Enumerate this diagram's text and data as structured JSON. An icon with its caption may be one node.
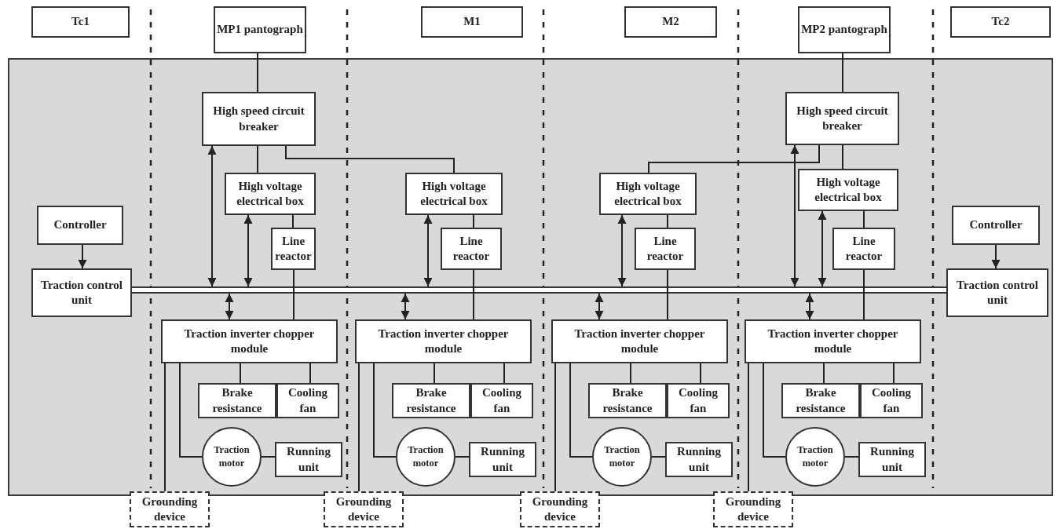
{
  "diagram": {
    "nodes": [
      {
        "text": [
          "Tc1"
        ]
      },
      {
        "text": [
          "MP1 pantograph"
        ]
      },
      {
        "text": [
          "M1"
        ]
      },
      {
        "text": [
          "M2"
        ]
      },
      {
        "text": [
          "MP2 pantograph"
        ]
      },
      {
        "text": [
          "Tc2"
        ]
      },
      {
        "text": [
          "High speed circuit breaker"
        ]
      },
      {
        "text": [
          "High speed circuit breaker"
        ]
      },
      {
        "text": [
          "High voltage electrical box"
        ]
      },
      {
        "text": [
          "High voltage electrical box"
        ]
      },
      {
        "text": [
          "High voltage electrical box"
        ]
      },
      {
        "text": [
          "High voltage electrical box"
        ]
      },
      {
        "text": [
          "Controller"
        ]
      },
      {
        "text": [
          "Line reactor"
        ]
      },
      {
        "text": [
          "Line reactor"
        ]
      },
      {
        "text": [
          "Line reactor"
        ]
      },
      {
        "text": [
          "Line reactor"
        ]
      },
      {
        "text": [
          "Controller"
        ]
      },
      {
        "text": [
          "Traction control unit"
        ]
      },
      {
        "text": [],
        "shape": "bar"
      },
      {
        "text": [
          "Traction control unit"
        ]
      },
      {
        "text": [
          "Traction inverter chopper module"
        ]
      },
      {
        "text": [
          "Traction inverter chopper module"
        ]
      },
      {
        "text": [
          "Traction inverter chopper module"
        ]
      },
      {
        "text": [
          "Traction inverter chopper module"
        ]
      },
      {
        "text": [
          "Brake resistance"
        ]
      },
      {
        "text": [
          "Cooling fan"
        ]
      },
      {
        "text": [
          "Brake resistance"
        ]
      },
      {
        "text": [
          "Cooling fan"
        ]
      },
      {
        "text": [
          "Brake resistance"
        ]
      },
      {
        "text": [
          "Cooling fan"
        ]
      },
      {
        "text": [
          "Brake resistance"
        ]
      },
      {
        "text": [
          "Cooling fan"
        ]
      },
      {
        "text": [
          "Traction motor"
        ]
      },
      {
        "text": [
          "Running unit"
        ]
      },
      {
        "text": [
          "Traction motor"
        ]
      },
      {
        "text": [
          "Running unit"
        ]
      },
      {
        "text": [
          "Traction motor"
        ]
      },
      {
        "text": [
          "Running unit"
        ]
      },
      {
        "text": [
          "Traction motor"
        ]
      },
      {
        "text": [
          "Running unit"
        ]
      },
      {
        "text": [
          "Grounding device"
        ]
      },
      {
        "text": [
          "Grounding device"
        ]
      },
      {
        "text": [
          "Grounding device"
        ]
      },
      {
        "text": [
          "Grounding device"
        ]
      }
    ],
    "edges": [
      {
        "from": 1,
        "to": 6,
        "arrow": "none"
      },
      {
        "from": 6,
        "to": 8,
        "arrow": "none"
      },
      {
        "from": 6,
        "to": 9,
        "arrow": "none"
      },
      {
        "from": 6,
        "to": 19,
        "arrow": "both"
      },
      {
        "from": 8,
        "to": 19,
        "arrow": "both"
      },
      {
        "from": 8,
        "to": 13,
        "arrow": "none"
      },
      {
        "from": 13,
        "to": 21,
        "arrow": "none"
      },
      {
        "from": 12,
        "to": 18,
        "arrow": "to"
      },
      {
        "from": 9,
        "to": 19,
        "arrow": "both"
      },
      {
        "from": 9,
        "to": 14,
        "arrow": "none"
      },
      {
        "from": 14,
        "to": 22,
        "arrow": "none"
      },
      {
        "from": 7,
        "to": 10,
        "arrow": "none"
      },
      {
        "from": 10,
        "to": 19,
        "arrow": "both"
      },
      {
        "from": 10,
        "to": 15,
        "arrow": "none"
      },
      {
        "from": 15,
        "to": 23,
        "arrow": "none"
      },
      {
        "from": 4,
        "to": 7,
        "arrow": "none"
      },
      {
        "from": 7,
        "to": 11,
        "arrow": "none"
      },
      {
        "from": 7,
        "to": 19,
        "arrow": "both"
      },
      {
        "from": 11,
        "to": 19,
        "arrow": "both"
      },
      {
        "from": 11,
        "to": 16,
        "arrow": "none"
      },
      {
        "from": 16,
        "to": 24,
        "arrow": "none"
      },
      {
        "from": 17,
        "to": 20,
        "arrow": "to"
      },
      {
        "from": 19,
        "to": 21,
        "arrow": "both"
      },
      {
        "from": 19,
        "to": 22,
        "arrow": "both"
      },
      {
        "from": 19,
        "to": 23,
        "arrow": "both"
      },
      {
        "from": 19,
        "to": 24,
        "arrow": "both"
      },
      {
        "from": 21,
        "to": 25,
        "arrow": "none"
      },
      {
        "from": 21,
        "to": 26,
        "arrow": "none"
      },
      {
        "from": 21,
        "to": 33,
        "arrow": "none"
      },
      {
        "from": 33,
        "to": 34,
        "arrow": "none"
      },
      {
        "from": 21,
        "to": 41,
        "arrow": "none"
      },
      {
        "from": 22,
        "to": 27,
        "arrow": "none"
      },
      {
        "from": 22,
        "to": 28,
        "arrow": "none"
      },
      {
        "from": 22,
        "to": 35,
        "arrow": "none"
      },
      {
        "from": 35,
        "to": 36,
        "arrow": "none"
      },
      {
        "from": 22,
        "to": 42,
        "arrow": "none"
      },
      {
        "from": 23,
        "to": 29,
        "arrow": "none"
      },
      {
        "from": 23,
        "to": 30,
        "arrow": "none"
      },
      {
        "from": 23,
        "to": 37,
        "arrow": "none"
      },
      {
        "from": 37,
        "to": 38,
        "arrow": "none"
      },
      {
        "from": 23,
        "to": 43,
        "arrow": "none"
      },
      {
        "from": 24,
        "to": 31,
        "arrow": "none"
      },
      {
        "from": 24,
        "to": 32,
        "arrow": "none"
      },
      {
        "from": 24,
        "to": 39,
        "arrow": "none"
      },
      {
        "from": 39,
        "to": 40,
        "arrow": "none"
      },
      {
        "from": 24,
        "to": 44,
        "arrow": "none"
      }
    ]
  }
}
